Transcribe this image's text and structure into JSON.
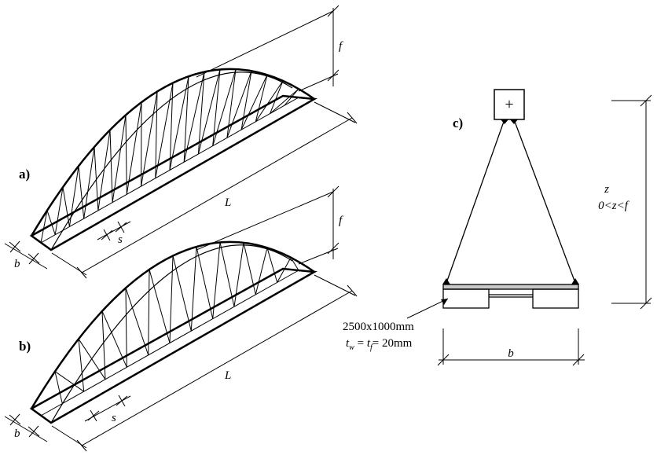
{
  "panels": {
    "a": {
      "label": "a)",
      "dim_f": "f",
      "dim_L": "L",
      "dim_s": "s",
      "dim_b": "b"
    },
    "b": {
      "label": "b)",
      "dim_f": "f",
      "dim_L": "L",
      "dim_s": "s",
      "dim_b": "b"
    },
    "c": {
      "label": "c)",
      "hanger_plus": "+",
      "dim_z": "z",
      "z_range": "0<z<f",
      "dim_b": "b",
      "deck_size": "2500x1000mm",
      "thickness_t1": "t",
      "thickness_sub_w": "w",
      "thickness_eq1": " = ",
      "thickness_t2": "t",
      "thickness_sub_f": "f",
      "thickness_eq2": "= 20mm"
    }
  },
  "colors": {
    "line": "#000000",
    "deck_fill": "#c8c8c8"
  }
}
